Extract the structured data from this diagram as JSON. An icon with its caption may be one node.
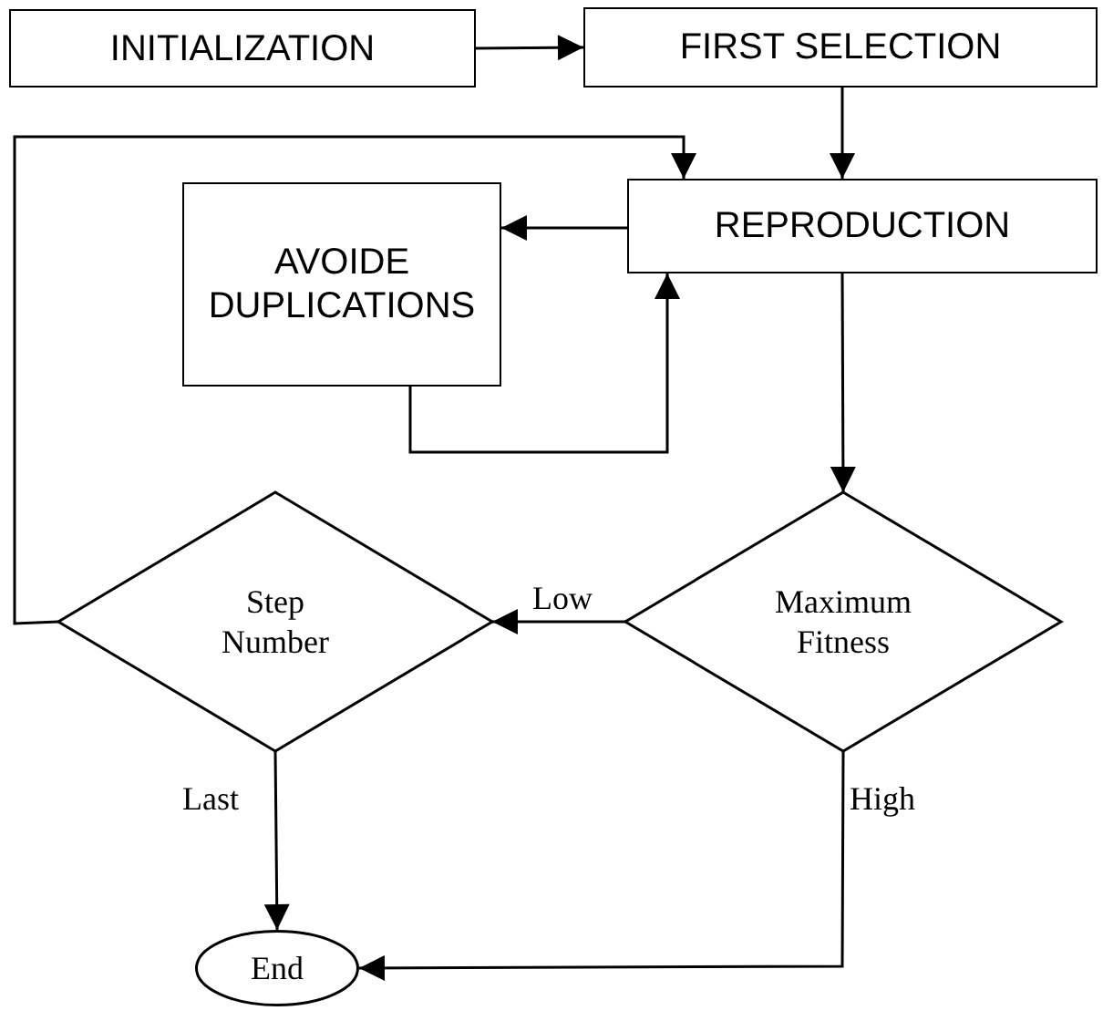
{
  "diagram": {
    "nodes": [
      {
        "text": [
          "INITIALIZATION"
        ]
      },
      {
        "text": [
          "FIRST SELECTION"
        ]
      },
      {
        "text": [
          "REPRODUCTION"
        ]
      },
      {
        "text": [
          "AVOIDE DUPLICATIONS"
        ]
      },
      {
        "text": [
          "Maximum Fitness"
        ]
      },
      {
        "text": [
          "Step Number"
        ]
      },
      {
        "text": [
          "End"
        ]
      }
    ],
    "edges": [
      {
        "from": 0,
        "to": 1,
        "arrow": "to"
      },
      {
        "from": 1,
        "to": 2,
        "arrow": "to"
      },
      {
        "from": 2,
        "to": 3,
        "arrow": "to"
      },
      {
        "from": 3,
        "to": 2,
        "arrow": "to"
      },
      {
        "from": 2,
        "to": 4,
        "arrow": "to"
      },
      {
        "from": 4,
        "to": 5,
        "arrow": "to",
        "label": "Low"
      },
      {
        "from": 5,
        "to": 2,
        "arrow": "to"
      },
      {
        "from": 5,
        "to": 6,
        "arrow": "to",
        "label": "Last"
      },
      {
        "from": 4,
        "to": 6,
        "arrow": "to",
        "label": "High"
      }
    ]
  }
}
